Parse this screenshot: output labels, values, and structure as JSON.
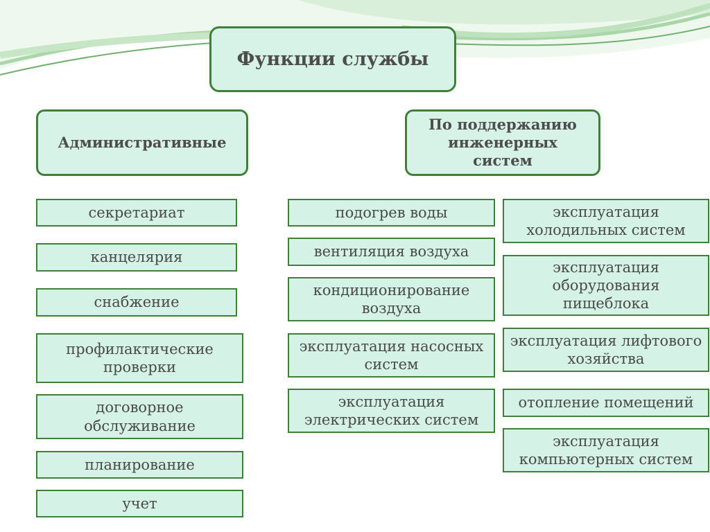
{
  "colors": {
    "box_fill": "#d4f2e6",
    "box_border": "#3f7f3a",
    "text": "#4a4a4a",
    "wave_light": "#d9efda",
    "wave_mid": "#a9d7a8",
    "wave_dark": "#6fb06e"
  },
  "title": "Функции службы",
  "admin": {
    "heading": "Административные",
    "items": [
      "секретариат",
      "канцелярия",
      "снабжение",
      "профилактические проверки",
      "договорное обслуживание",
      "планирование",
      "учет"
    ]
  },
  "engineering": {
    "heading": "По поддержанию инженерных систем",
    "left_items": [
      "подогрев воды",
      "вентиляция воздуха",
      "кондиционирование воздуха",
      "эксплуатация насосных систем",
      "эксплуатация электрических систем"
    ],
    "right_items": [
      "эксплуатация холодильных систем",
      "эксплуатация оборудования пищеблока",
      "эксплуатация лифтового хозяйства",
      "отопление помещений",
      "эксплуатация компьютерных систем"
    ]
  }
}
